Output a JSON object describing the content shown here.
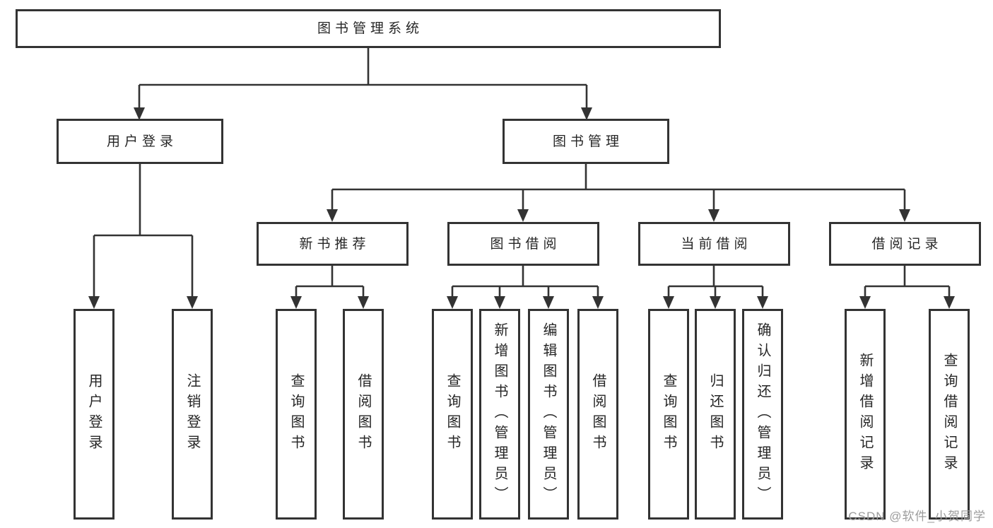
{
  "colors": {
    "line": "#333333",
    "box_border": "#333333",
    "text": "#262626",
    "background": "#ffffff",
    "watermark_text": "#9c9c9c"
  },
  "watermark": {
    "text": "CSDN @软件_小贺同学"
  },
  "tree": {
    "label": "图书管理系统",
    "children": [
      {
        "label": "用户登录",
        "children": [
          {
            "label": "用户登录"
          },
          {
            "label": "注销登录"
          }
        ]
      },
      {
        "label": "图书管理",
        "children": [
          {
            "label": "新书推荐",
            "children": [
              {
                "label": "查询图书"
              },
              {
                "label": "借阅图书"
              }
            ]
          },
          {
            "label": "图书借阅",
            "children": [
              {
                "label": "查询图书"
              },
              {
                "label": "新增图书（管理员）"
              },
              {
                "label": "编辑图书（管理员）"
              },
              {
                "label": "借阅图书"
              }
            ]
          },
          {
            "label": "当前借阅",
            "children": [
              {
                "label": "查询图书"
              },
              {
                "label": "归还图书"
              },
              {
                "label": "确认归还（管理员）"
              }
            ]
          },
          {
            "label": "借阅记录",
            "children": [
              {
                "label": "新增借阅记录"
              },
              {
                "label": "查询借阅记录"
              }
            ]
          }
        ]
      }
    ]
  }
}
